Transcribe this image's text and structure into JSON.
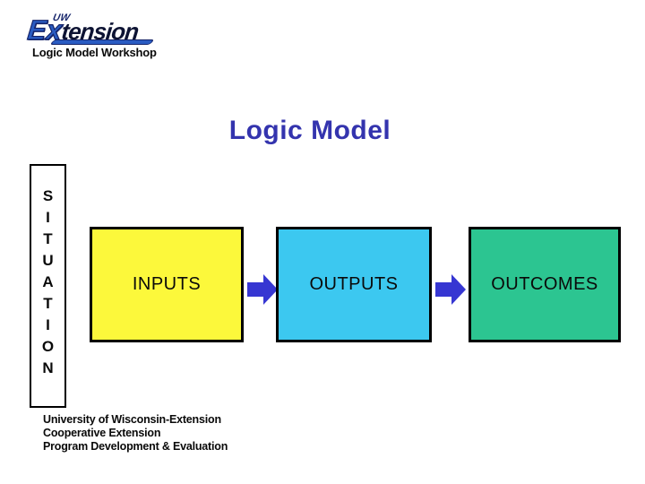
{
  "header": {
    "logo": {
      "uw": "UW",
      "brand_ex": "Ex",
      "brand_rest": "tension"
    },
    "workshop_label": "Logic Model Workshop"
  },
  "title": "Logic Model",
  "diagram": {
    "situation": {
      "letters_stacked": "S\nI\nT\nU\nA\nT\nI\nO\nN",
      "word": "SITUATION"
    },
    "boxes": [
      {
        "label": "INPUTS",
        "fill": "#fcf83b"
      },
      {
        "label": "OUTPUTS",
        "fill": "#3cc8f0"
      },
      {
        "label": "OUTCOMES",
        "fill": "#2cc591"
      }
    ],
    "arrow_color": "#3636d2"
  },
  "colors": {
    "title_blue": "#3434ae",
    "logo_blue": "#2a5cc2",
    "logo_navy": "#15246a",
    "box_border": "#000000",
    "background": "#ffffff"
  },
  "footer": {
    "lines": [
      "University of Wisconsin-Extension",
      "Cooperative Extension",
      "Program Development & Evaluation"
    ]
  }
}
